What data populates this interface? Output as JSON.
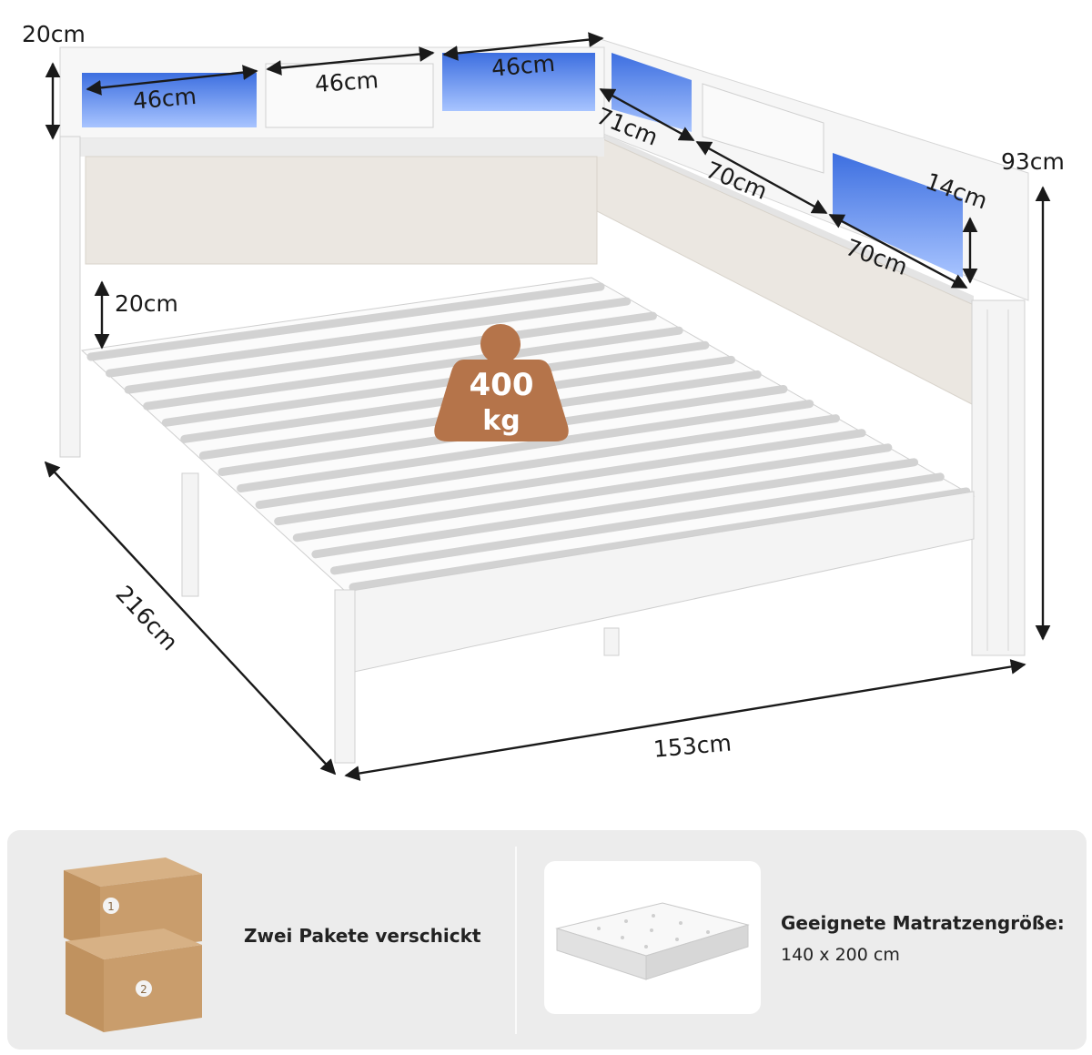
{
  "dimensions": {
    "top_shelf_height": "20cm",
    "shelf_left_width": "46cm",
    "drawer_width": "46cm",
    "shelf_mid_width": "46cm",
    "side_section_1": "71cm",
    "side_section_2": "70cm",
    "side_section_3": "70cm",
    "side_shelf_height": "14cm",
    "total_height": "93cm",
    "under_bed_clearance": "20cm",
    "length": "216cm",
    "width": "153cm"
  },
  "load_badge": {
    "value": "400",
    "unit": "kg",
    "color": "#b5744a"
  },
  "colors": {
    "led": "#5b8ef0",
    "upholstery": "#ebe7e1",
    "frame": "#f7f7f7",
    "box": "#c99d6c"
  },
  "info": {
    "packages": {
      "label": "Zwei Pakete verschickt",
      "box_numbers": [
        "1",
        "2"
      ]
    },
    "mattress": {
      "title": "Geeignete Matratzengröße:",
      "size": "140 x 200 cm"
    }
  }
}
